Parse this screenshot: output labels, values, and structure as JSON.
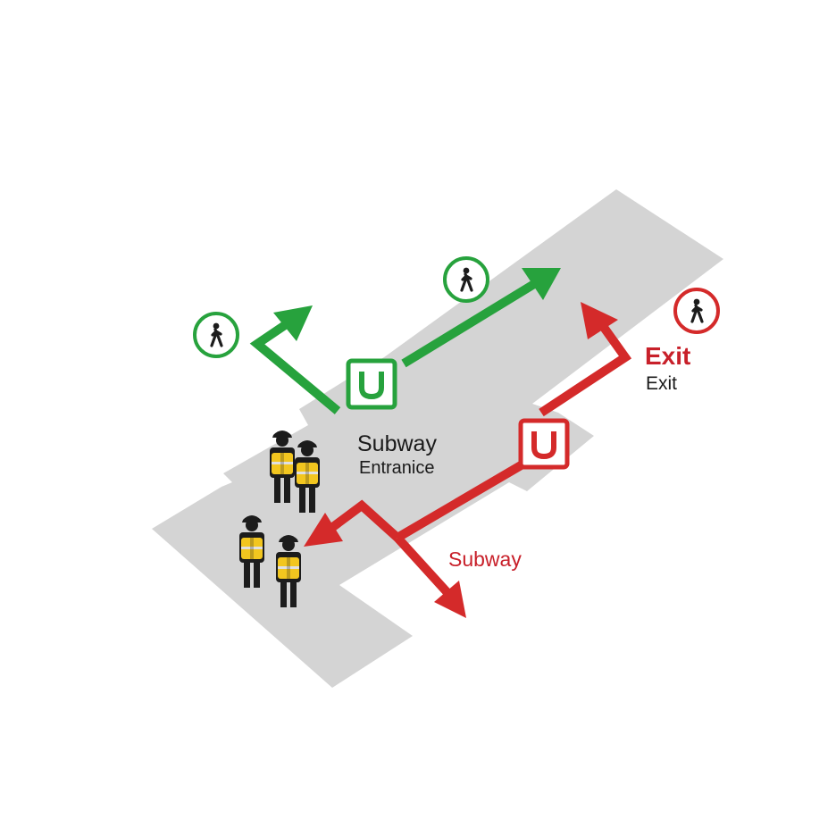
{
  "labels": {
    "entrance_title": "Subway",
    "entrance_subtitle": "Entranice",
    "exit_title": "Exit",
    "exit_subtitle": "Exit",
    "subway_route": "Subway"
  },
  "colors": {
    "floor": "#d4d4d4",
    "entrance_green": "#27a23d",
    "exit_red": "#d42a2a",
    "exit_label_red": "#c8202a",
    "officer_dark": "#1c1c1c",
    "vest_yellow": "#f2c61f"
  },
  "icons": {
    "pedestrian_green_1": "pedestrian-icon",
    "pedestrian_green_2": "pedestrian-icon",
    "pedestrian_red": "pedestrian-icon",
    "subway_entrance": "subway-u-icon",
    "subway_exit": "subway-u-icon"
  },
  "officers": {
    "count": 4
  }
}
